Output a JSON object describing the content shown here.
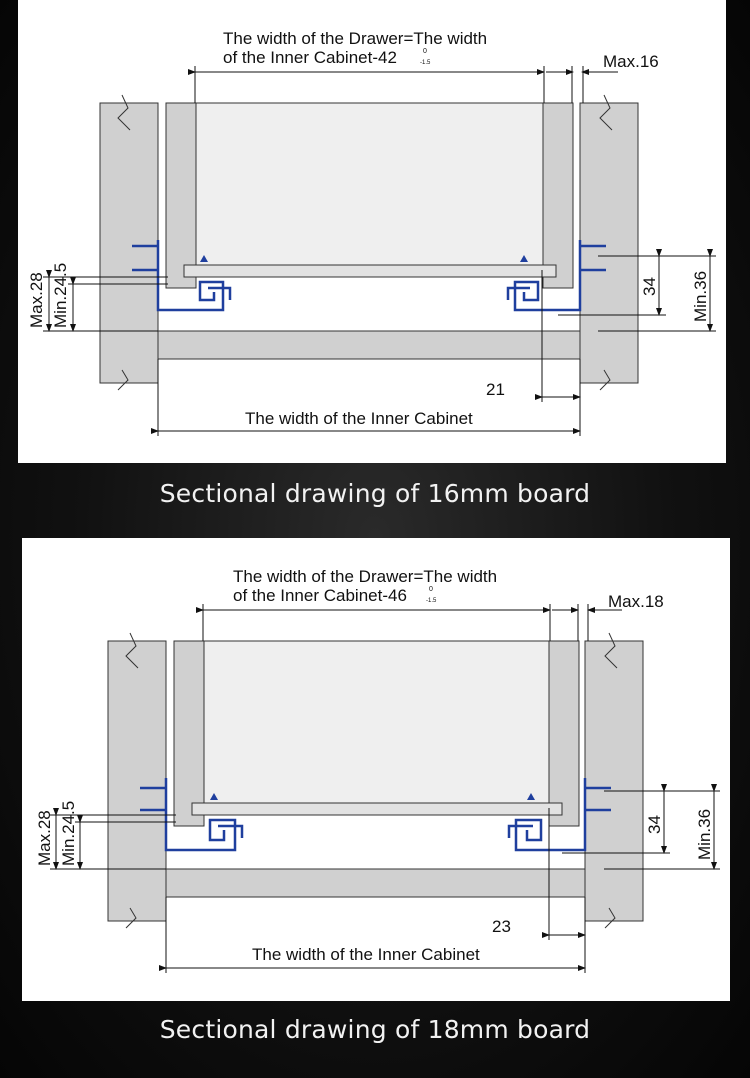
{
  "diagrams": [
    {
      "formula_line1": "The width of the Drawer=The width",
      "formula_line2": "of the Inner Cabinet-42",
      "tol_upper": "0",
      "tol_lower": "-1.5",
      "max_side": "Max.16",
      "inner_cabinet": "The width of the Inner Cabinet",
      "gap": "21",
      "rail_height": "34",
      "min_right": "Min.36",
      "max_left": "Max.28",
      "min_left": "Min.24.5",
      "caption": "Sectional drawing of 16mm board"
    },
    {
      "formula_line1": "The width of the Drawer=The width",
      "formula_line2": "of the Inner Cabinet-46",
      "tol_upper": "0",
      "tol_lower": "-1.5",
      "max_side": "Max.18",
      "inner_cabinet": "The width of the Inner Cabinet",
      "gap": "23",
      "rail_height": "34",
      "min_right": "Min.36",
      "max_left": "Max.28",
      "min_left": "Min.24.5",
      "caption": "Sectional drawing of 18mm board"
    }
  ],
  "colors": {
    "board_fill": "#d0d0d0",
    "board_stroke": "#333333",
    "drawer_inner": "#efefef",
    "rail_blue": "#1f3f9e",
    "caption_text": "#f2f2f2"
  }
}
